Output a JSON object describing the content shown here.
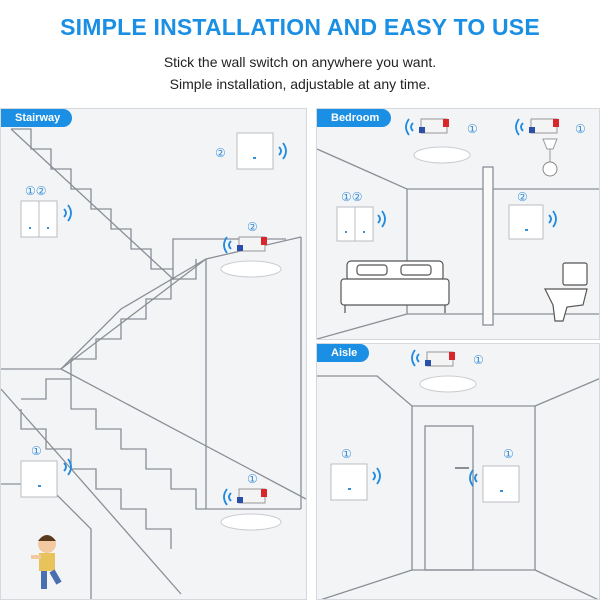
{
  "header": {
    "title": "SIMPLE INSTALLATION AND EASY TO USE",
    "line1": "Stick the wall switch on anywhere you want.",
    "line2": "Simple installation,  adjustable at any time."
  },
  "panels": {
    "stairway": {
      "label": "Stairway"
    },
    "bedroom": {
      "label": "Bedroom"
    },
    "aisle": {
      "label": "Aisle"
    }
  },
  "markers": {
    "one": "①",
    "two": "②",
    "one_two": "①②"
  },
  "colors": {
    "accent": "#1a8fe3",
    "panel_bg": "#f3f4f6",
    "line": "#8a8f96",
    "signal": "#1f8ae0",
    "relay_red": "#d8262b"
  },
  "icons": [
    "wall-switch-icon",
    "wifi-signal-icon",
    "ceiling-lamp-icon",
    "relay-module-icon",
    "light-bulb-icon",
    "bed-icon",
    "toilet-icon",
    "door-icon",
    "child-illustration"
  ]
}
